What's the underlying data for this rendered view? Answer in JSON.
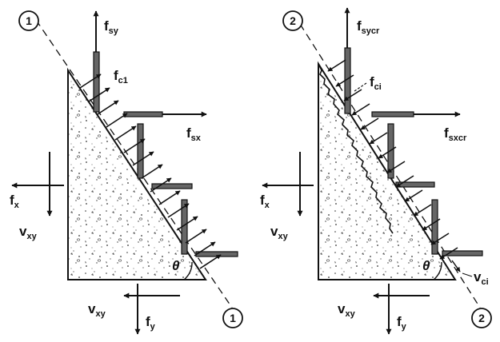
{
  "left_panel": {
    "section_label_top": "1",
    "section_label_bottom": "1",
    "fsy": {
      "base": "f",
      "sub": "sy"
    },
    "fsx": {
      "base": "f",
      "sub": "sx"
    },
    "fc1": {
      "base": "f",
      "sub": "c1"
    },
    "fx": {
      "base": "f",
      "sub": "x"
    },
    "vxy_left": {
      "base": "v",
      "sub": "xy"
    },
    "vxy_bottom": {
      "base": "v",
      "sub": "xy"
    },
    "fy": {
      "base": "f",
      "sub": "y"
    },
    "theta": "θ"
  },
  "right_panel": {
    "section_label_top": "2",
    "section_label_bottom": "2",
    "fsycr": {
      "base": "f",
      "sub": "sycr"
    },
    "fsxcr": {
      "base": "f",
      "sub": "sxcr"
    },
    "fci": {
      "base": "f",
      "sub": "ci"
    },
    "vci": {
      "base": "v",
      "sub": "ci"
    },
    "fx": {
      "base": "f",
      "sub": "x"
    },
    "vxy_left": {
      "base": "v",
      "sub": "xy"
    },
    "vxy_bottom": {
      "base": "v",
      "sub": "xy"
    },
    "fy": {
      "base": "f",
      "sub": "y"
    },
    "theta": "θ"
  }
}
